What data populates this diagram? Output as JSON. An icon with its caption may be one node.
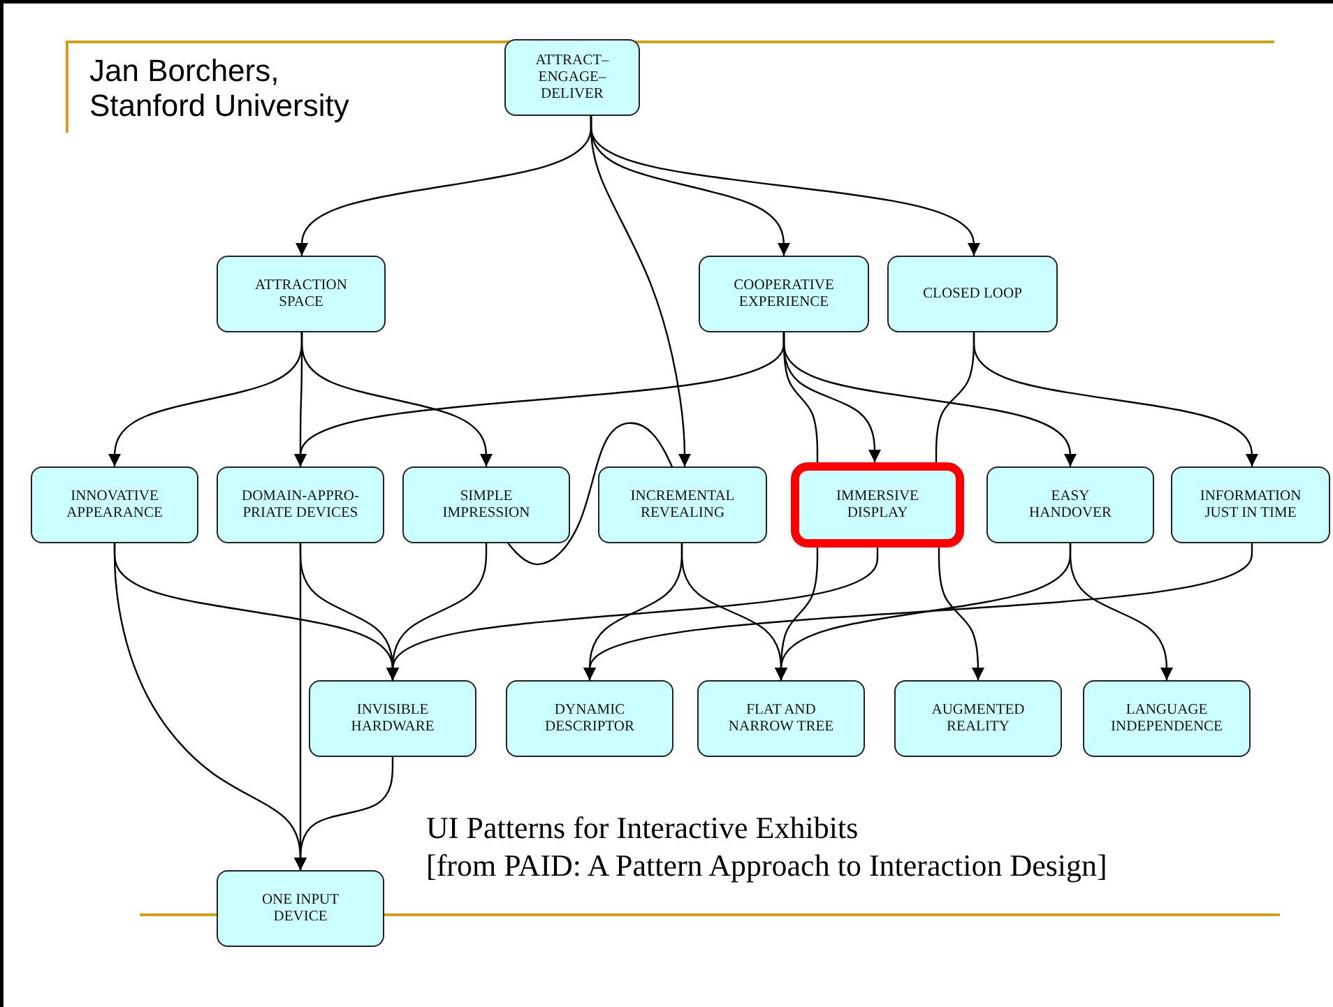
{
  "diagram": {
    "nodes": [
      {
        "text": [
          "ATTRACT–ENGAGE–DELIVER"
        ]
      },
      {
        "text": [
          "ATTRACTION SPACE"
        ]
      },
      {
        "text": [
          "COOPERATIVE EXPERIENCE"
        ]
      },
      {
        "text": [
          "CLOSED LOOP"
        ]
      },
      {
        "text": [
          "INNOVATIVE APPEARANCE"
        ]
      },
      {
        "text": [
          "DOMAIN-APPRO-PRIATE DEVICES"
        ]
      },
      {
        "text": [
          "SIMPLE IMPRESSION"
        ]
      },
      {
        "text": [
          "INCREMENTAL REVEALING"
        ]
      },
      {
        "text": [
          "IMMERSIVE DISPLAY"
        ]
      },
      {
        "text": [
          "EASY HANDOVER"
        ]
      },
      {
        "text": [
          "INFORMATION JUST IN TIME"
        ]
      },
      {
        "text": [
          "INVISIBLE HARDWARE"
        ]
      },
      {
        "text": [
          "DYNAMIC DESCRIPTOR"
        ]
      },
      {
        "text": [
          "FLAT AND NARROW TREE"
        ]
      },
      {
        "text": [
          "AUGMENTED REALITY"
        ]
      },
      {
        "text": [
          "LANGUAGE INDEPENDENCE"
        ]
      },
      {
        "text": [
          "ONE INPUT DEVICE"
        ]
      }
    ],
    "edges": [
      {
        "from": 0,
        "to": 1,
        "arrow": "to"
      },
      {
        "from": 0,
        "to": 7,
        "arrow": "to"
      },
      {
        "from": 0,
        "to": 2,
        "arrow": "to"
      },
      {
        "from": 0,
        "to": 3,
        "arrow": "to"
      },
      {
        "from": 1,
        "to": 4,
        "arrow": "to"
      },
      {
        "from": 1,
        "to": 5,
        "arrow": "to"
      },
      {
        "from": 1,
        "to": 6,
        "arrow": "to"
      },
      {
        "from": 2,
        "to": 5,
        "arrow": "to"
      },
      {
        "from": 2,
        "to": 8,
        "arrow": "to"
      },
      {
        "from": 2,
        "to": 9,
        "arrow": "to"
      },
      {
        "from": 2,
        "to": 8,
        "arrow": "none"
      },
      {
        "from": 3,
        "to": 8,
        "arrow": "none"
      },
      {
        "from": 3,
        "to": 10,
        "arrow": "to"
      },
      {
        "from": 4,
        "to": 11,
        "arrow": "to"
      },
      {
        "from": 4,
        "to": 16,
        "arrow": "to"
      },
      {
        "from": 5,
        "to": 11,
        "arrow": "to"
      },
      {
        "from": 5,
        "to": 16,
        "arrow": "to"
      },
      {
        "from": 6,
        "to": 11,
        "arrow": "to"
      },
      {
        "from": 6,
        "to": 7,
        "arrow": "to"
      },
      {
        "from": 7,
        "to": 12,
        "arrow": "to"
      },
      {
        "from": 7,
        "to": 13,
        "arrow": "to"
      },
      {
        "from": 8,
        "to": 11,
        "arrow": "to"
      },
      {
        "from": 8,
        "to": 13,
        "arrow": "to"
      },
      {
        "from": 8,
        "to": 14,
        "arrow": "to"
      },
      {
        "from": 9,
        "to": 13,
        "arrow": "to"
      },
      {
        "from": 9,
        "to": 15,
        "arrow": "to"
      },
      {
        "from": 10,
        "to": 12,
        "arrow": "to"
      },
      {
        "from": 11,
        "to": 16,
        "arrow": "to"
      }
    ],
    "labels": [
      "Jan Borchers, Stanford University",
      "UI Patterns for Interactive Exhibits",
      "[from PAID: A Pattern Approach to Interaction Design]"
    ]
  }
}
